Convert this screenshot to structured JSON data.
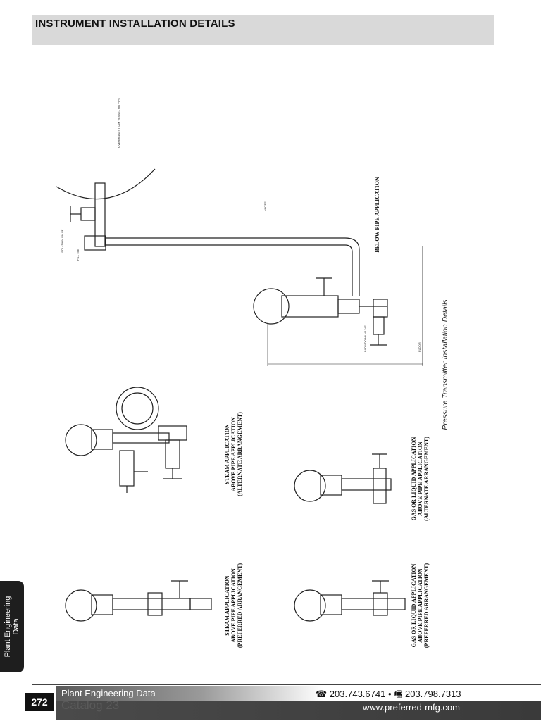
{
  "header": {
    "title": "INSTRUMENT INSTALLATION DETAILS"
  },
  "drawing": {
    "caption": "Pressure Transmitter Installation Details",
    "labels": {
      "below_pipe": "BELOW PIPE APPLICATION",
      "steam_alt_1": "STEAM APPLICATION",
      "steam_alt_2": "ABOVE PIPE APPLICATION",
      "steam_alt_3": "(ALTERNATE ARRANGEMENT)",
      "steam_pref_1": "STEAM APPLICATION",
      "steam_pref_2": "ABOVE PIPE APPLICATION",
      "steam_pref_3": "(PREFERRED ARRANGEMENT)",
      "gas_alt_1": "GAS OR LIQUID APPLICATION",
      "gas_alt_2": "ABOVE PIPE APPLICATION",
      "gas_alt_3": "(ALTERNATE ARRANGEMENT)",
      "gas_pref_1": "GAS OR LIQUID APPLICATION",
      "gas_pref_2": "ABOVE PIPE APPLICATION",
      "gas_pref_3": "(PREFERRED ARRANGEMENT)",
      "isolation_valve": "ISOLATION VALVE",
      "fill_tee": "FILL TEE",
      "overhead": "OVERHEAD STEAM VESSEL OR PIPE",
      "notes": "NOTES:",
      "floor": "FLOOR",
      "blowdown": "BLOWDOWN VALVE"
    }
  },
  "side_tab": {
    "line1": "Plant Engineering",
    "line2": "Data"
  },
  "footer": {
    "page_number": "272",
    "section": "Plant Engineering Data",
    "catalog": "Catalog 23",
    "phone": "☎ 203.743.6741 • 🖷 203.798.7313",
    "url": "www.preferred-mfg.com"
  }
}
